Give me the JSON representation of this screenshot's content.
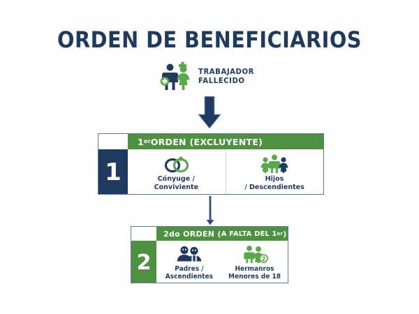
{
  "page": {
    "title": "ORDEN DE BENEFICIARIOS",
    "background_color": "#ffffff"
  },
  "colors": {
    "navy": "#1f3a5f",
    "green": "#4e9141",
    "icon_green": "#5aa84a",
    "border_blue": "#5b7ba6",
    "divider": "#ccd6e2",
    "white": "#ffffff"
  },
  "source_node": {
    "label_line1": "TRABAJADOR",
    "label_line2": "FALLECIDO",
    "icon": "deceased-worker-couple-icon"
  },
  "flow": {
    "main_arrow_icon": "down-arrow-thick-icon",
    "connector_arrow_icon": "down-arrow-thin-icon"
  },
  "orders": [
    {
      "badge": "1",
      "badge_color": "#1f3a5f",
      "header_prefix": "1",
      "header_sup": "er",
      "header_rest": " ORDEN (EXCLUYENTE)",
      "header_plain": "1er ORDEN (EXCLUYENTE)",
      "cells": [
        {
          "label": "Cónyuge /\nConviviente",
          "icon": "wedding-rings-icon"
        },
        {
          "label": "Hijos\n/ Descendientes",
          "icon": "children-family-icon"
        }
      ]
    },
    {
      "badge": "2",
      "badge_color": "#4e9141",
      "header_prefix": "2do ORDEN (",
      "header_mid": "A FALTA DEL 1",
      "header_sup": "er",
      "header_rest": ")",
      "header_plain": "2do ORDEN (A FALTA DEL 1er)",
      "cells": [
        {
          "label": "Padres /\nAscendientes",
          "icon": "parents-couple-icon"
        },
        {
          "label": "Hermanros\nMenores de 18",
          "icon": "siblings-minors-icon",
          "badge_number": "2"
        }
      ]
    }
  ]
}
